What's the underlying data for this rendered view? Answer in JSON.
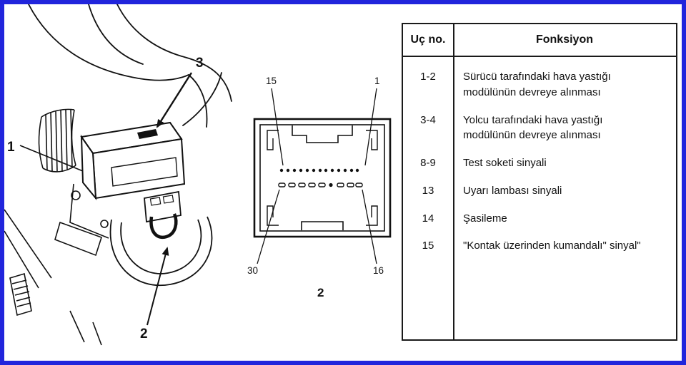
{
  "figure": {
    "callouts": {
      "module": "1",
      "lock": "2",
      "marking": "3"
    },
    "connector": {
      "pin_top_left": "15",
      "pin_top_right": "1",
      "pin_bottom_left": "30",
      "pin_bottom_right": "16",
      "part_label": "2"
    }
  },
  "table": {
    "headers": {
      "pin": "Uç no.",
      "function": "Fonksiyon"
    },
    "rows": [
      {
        "pin": "1-2",
        "function": "Sürücü tarafındaki hava yastığı modülünün devreye alınması"
      },
      {
        "pin": "3-4",
        "function": "Yolcu tarafındaki hava yastığı modülünün devreye alınması"
      },
      {
        "pin": "8-9",
        "function": "Test soketi sinyali"
      },
      {
        "pin": "13",
        "function": "Uyarı lambası sinyali"
      },
      {
        "pin": "14",
        "function": "Şasileme"
      },
      {
        "pin": "15",
        "function": "\"Kontak üzerinden kumandalı\" sinyal\""
      }
    ]
  },
  "colors": {
    "frame_border": "#2125dc",
    "line": "#111111"
  }
}
